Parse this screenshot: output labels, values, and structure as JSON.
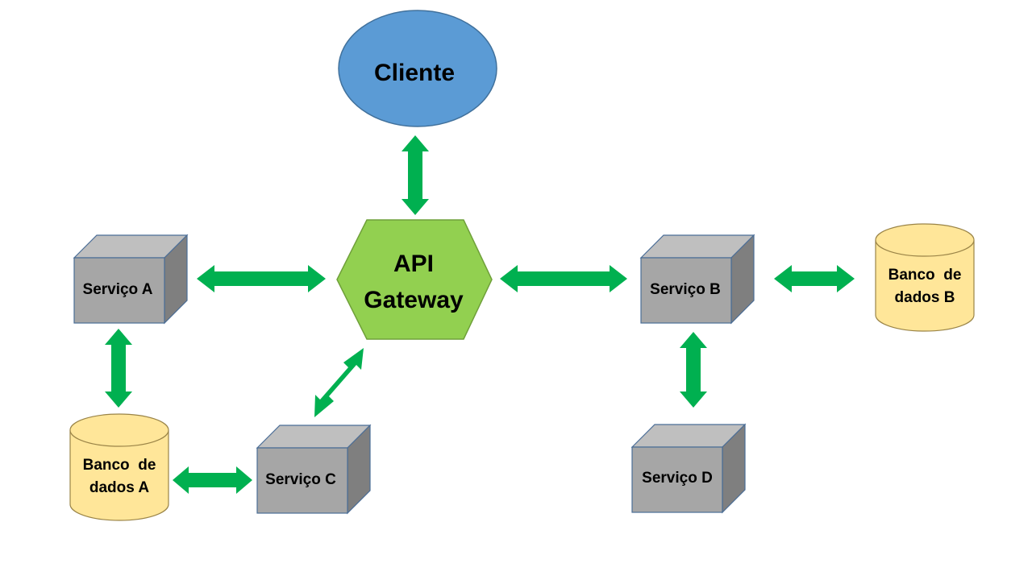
{
  "diagram": {
    "client": {
      "label": "Cliente"
    },
    "gateway": {
      "line1": "API",
      "line2": "Gateway"
    },
    "services": {
      "a": {
        "label": "Serviço A"
      },
      "b": {
        "label": "Serviço B"
      },
      "c": {
        "label": "Serviço C"
      },
      "d": {
        "label": "Serviço D"
      }
    },
    "databases": {
      "a": {
        "line1": "Banco  de",
        "line2": "dados A"
      },
      "b": {
        "line1": "Banco  de",
        "line2": "dados B"
      }
    },
    "colors": {
      "client_fill": "#5b9bd5",
      "client_stroke": "#41719c",
      "gateway_fill": "#92d050",
      "gateway_stroke": "#6fa03a",
      "cube_front": "#a6a6a6",
      "cube_top": "#bfbfbf",
      "cube_side": "#7f7f7f",
      "cube_stroke": "#4a6d96",
      "db_fill": "#ffe699",
      "db_stroke": "#9a8447",
      "arrow": "#00b050"
    }
  }
}
